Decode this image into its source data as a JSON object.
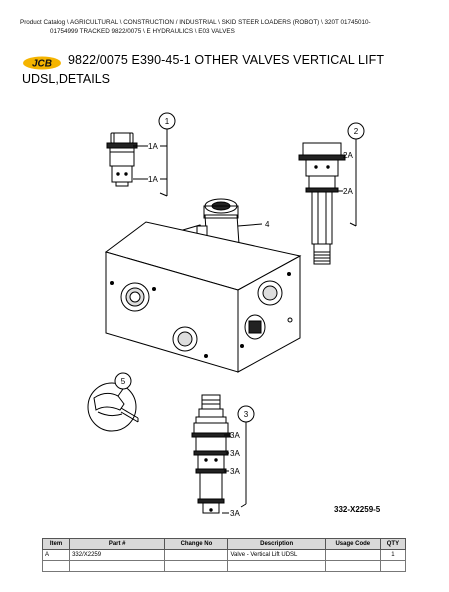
{
  "breadcrumb": {
    "line1": "Product Catalog  \\  AGRICULTURAL  \\  CONSTRUCTION / INDUSTRIAL  \\  SKID STEER LOADERS (ROBOT)  \\  320T 01745010-",
    "line2": "01754999 TRACKED 9822/0075  \\  E HYDRAULICS  \\  E03 VALVES"
  },
  "logo": {
    "text": "JCB",
    "color": "#f5b400"
  },
  "title": {
    "line1": "9822/0075 E390-45-1 OTHER VALVES VERTICAL LIFT",
    "line2": "UDSL,DETAILS"
  },
  "callouts": {
    "c1": "1",
    "c2": "2",
    "c3": "3",
    "c4": "4",
    "c5": "5",
    "l1a_top": "1A",
    "l1a_bottom": "1A",
    "l2a_top": "2A",
    "l2a_bottom": "2A",
    "l3a_1": "3A",
    "l3a_2": "3A",
    "l3a_3": "3A",
    "l3a_4": "3A"
  },
  "drawing_number": "332-X2259-5",
  "table": {
    "headers": [
      "Item",
      "Part #",
      "Change No",
      "Description",
      "Usage Code",
      "QTY"
    ],
    "rows": [
      {
        "item": "A",
        "part": "332/X2259",
        "change": "",
        "description": "Valve - Vertical Lift UDSL",
        "usage": "",
        "qty": "1"
      }
    ]
  }
}
